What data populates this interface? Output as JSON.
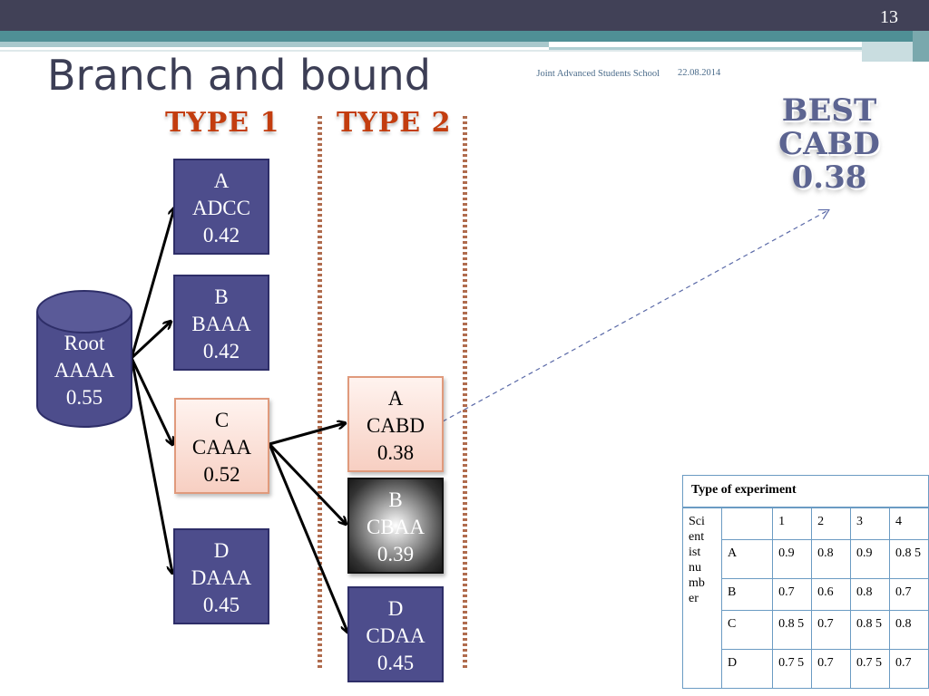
{
  "slide": {
    "page_number": "13",
    "title": "Branch and bound"
  },
  "footer": {
    "school": "Joint Advanced Students School",
    "date": "22.08.2014"
  },
  "type_headers": {
    "type1": "TYPE 1",
    "type2": "TYPE 2"
  },
  "best": {
    "line1": "BEST",
    "line2": "CABD",
    "line3": "0.38"
  },
  "nodes": {
    "root": [
      "Root",
      "AAAA",
      "0.55"
    ],
    "level1_a": [
      "A",
      "ADCC",
      "0.42"
    ],
    "level1_b": [
      "B",
      "BAAA",
      "0.42"
    ],
    "level1_c": [
      "C",
      "CAAA",
      "0.52"
    ],
    "level1_d": [
      "D",
      "DAAA",
      "0.45"
    ],
    "level2_a": [
      "A",
      "CABD",
      "0.38"
    ],
    "level2_b": [
      "B",
      "CBAA",
      "0.39"
    ],
    "level2_d": [
      "D",
      "CDAA",
      "0.45"
    ]
  },
  "table": {
    "header": "Type of experiment",
    "row_label": "Sci ent ist nu mb er",
    "columns": [
      "",
      "1",
      "2",
      "3",
      "4"
    ],
    "rows": [
      [
        "A",
        "0.9",
        "0.8",
        "0.9",
        "0.8 5"
      ],
      [
        "B",
        "0.7",
        "0.6",
        "0.8",
        "0.7"
      ],
      [
        "C",
        "0.8 5",
        "0.7",
        "0.8 5",
        "0.8"
      ],
      [
        "D",
        "0.7 5",
        "0.7",
        "0.7 5",
        "0.7"
      ]
    ]
  },
  "colors": {
    "node_fill": "#4d4d8c",
    "type_header": "#c33d0f",
    "best_text": "#5c6491",
    "title": "#3c3e55"
  }
}
